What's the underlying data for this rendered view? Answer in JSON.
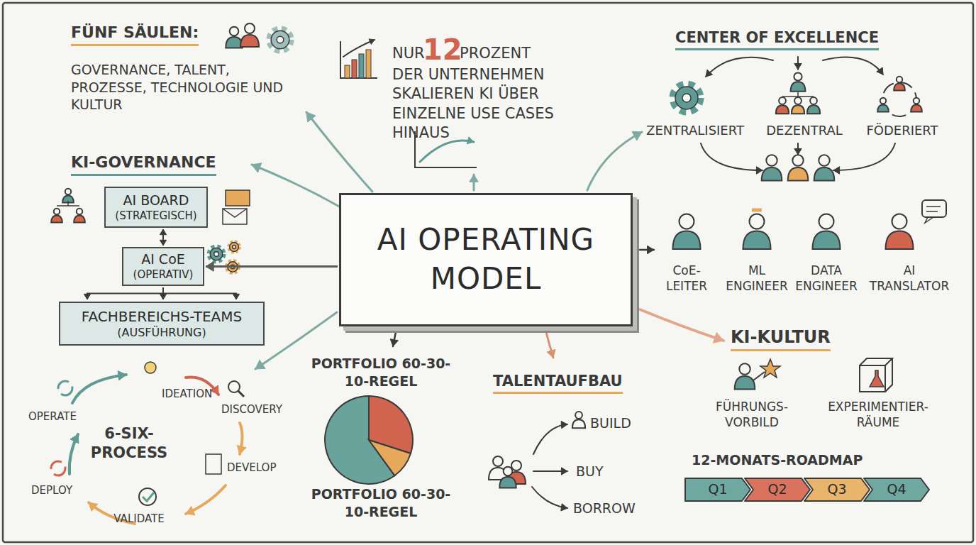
{
  "diagram": {
    "nodes": [
      {
        "text": [
          "AI OPERATING MODEL"
        ]
      },
      {
        "text": [
          "AI BOARD",
          "(STRATEGISCH)"
        ]
      },
      {
        "text": [
          "AI CoE",
          "(OPERATIV)"
        ]
      },
      {
        "text": [
          "FACHBEREICHS-TEAMS",
          "(AUSFÜHRUNG)"
        ]
      },
      {
        "text": [
          "Q1"
        ]
      },
      {
        "text": [
          "Q2"
        ]
      },
      {
        "text": [
          "Q3"
        ]
      },
      {
        "text": [
          "Q4"
        ]
      }
    ],
    "edges": [
      {
        "from": 1,
        "to": 2,
        "arrow": "both"
      },
      {
        "from": 0,
        "to": 2,
        "arrow": "to"
      },
      {
        "from": 2,
        "to": 3,
        "arrow": "to"
      }
    ],
    "labels": [
      "FÜNF SÄULEN:",
      "GOVERNANCE, TALENT, PROZESSE, TECHNOLOGIE UND KULTUR",
      "NUR",
      "12",
      "PROZENT",
      "DER UNTERNEHMEN SKALIEREN KI ÜBER EINZELNE USE CASES HINAUS",
      "CENTER OF EXCELLENCE",
      "ZENTRALISIERT",
      "DEZENTRAL",
      "FÖDERIERT",
      "KI-GOVERNANCE",
      "CoE- LEITER",
      "ML ENGINEER",
      "DATA ENGINEER",
      "AI TRANSLATOR",
      "KI-KULTUR",
      "FÜHRUNGS- VORBILD",
      "EXPERIMENTIER- RÄUME",
      "12-MONATS-ROADMAP",
      "IDEATION",
      "DISCOVERY",
      "OPERATE",
      "6-SIX- PROCESS",
      "DEVELOP",
      "DEPLOY",
      "VALIDATE",
      "PORTFOLIO 60-30-10-REGEL",
      "PORTFOLIO 60-30-10-REGEL",
      "TALENTAUFBAU",
      "BUILD",
      "BUY",
      "BORROW"
    ]
  }
}
